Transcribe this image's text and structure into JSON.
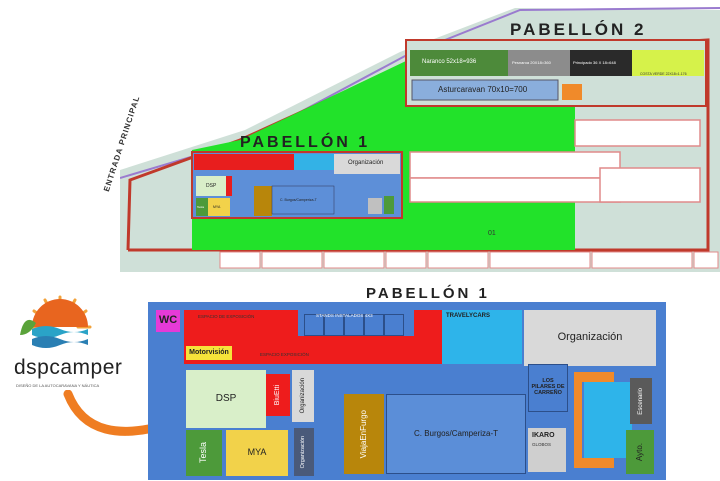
{
  "site_map": {
    "pavilion2_title": "PABELLÓN 2",
    "pavilion1_title": "PABELLÓN 1",
    "entrance_label": "ENTRADA PRINCIPAL",
    "plot_number": "01",
    "stand_naranco": "Naranco 52x18=936",
    "stand_pesnaroa": "Pesnaroa 20X18=360",
    "stand_principado": "Principado 36 X 18=648",
    "stand_costa": "COSTA VERDE 22X18=1.176",
    "stand_asturcaravan": "Asturcaravan 70x10=700",
    "mini_organizacion": "Organización",
    "mini_dsp": "DSP",
    "mini_burgos": "C. Burgos/Camperiza-T",
    "mini_tesla": "Tesla",
    "mini_mya": "MYA"
  },
  "logo": {
    "brand": "dspcamper",
    "tagline": "DISEÑO DE LA AUTOCARAVANA Y NÁUTICA"
  },
  "detail": {
    "title": "PABELLÓN 1",
    "wc": "WC",
    "espacio_exposicion_top": "ESPACIO DE EXPOSICIÓN",
    "stands_instalados": "STANDS INSTALADOS 4X3",
    "travelycars": "TRAVELYCARS",
    "organizacion": "Organización",
    "motorvision": "Motorvisión",
    "espacio_exposicion_mid": "ESPACIO EXPOSICIÓN",
    "dsp": "DSP",
    "biuetti": "BiuEtti",
    "organizacion_v1": "Organización",
    "organizacion_v2": "Organización",
    "viajaenfurgo": "ViajaEnFurgo",
    "burgos": "C. Burgos/Camperiza-T",
    "tesla": "Tesla",
    "mya": "MYA",
    "los_pilares": "LOS PILARES DE CARREÑO",
    "ikaro": "IKARO",
    "ikaro_sub": "GLOBOS",
    "escenario": "Escenario",
    "ayto": "Ayto."
  }
}
